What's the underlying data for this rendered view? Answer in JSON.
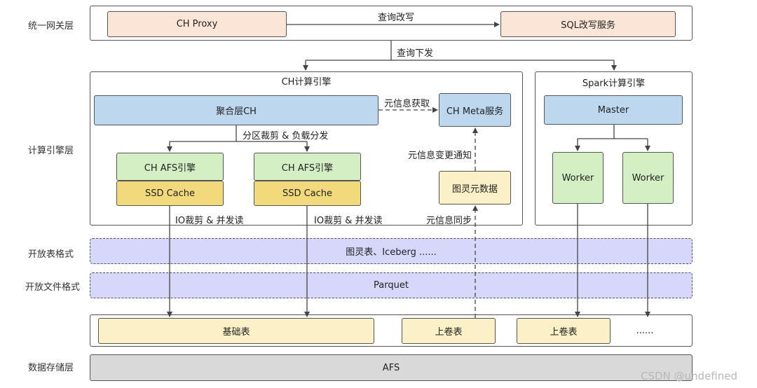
{
  "layers": {
    "gateway": "统一网关层",
    "compute": "计算引擎层",
    "table_format": "开放表格式",
    "file_format": "开放文件格式",
    "storage": "数据存储层"
  },
  "gateway": {
    "proxy": "CH Proxy",
    "sql_rewrite": "SQL改写服务",
    "rewrite_label": "查询改写",
    "dispatch_label": "查询下发"
  },
  "ch_engine": {
    "title": "CH计算引擎",
    "agg": "聚合层CH",
    "meta": "CH Meta服务",
    "meta_fetch_label": "元信息获取",
    "partition_label": "分区裁剪 & 负载分发",
    "afs_engine_1": "CH AFS引擎",
    "ssd_cache_1": "SSD Cache",
    "afs_engine_2": "CH AFS引擎",
    "ssd_cache_2": "SSD Cache",
    "tuling_meta": "图灵元数据",
    "meta_change_label": "元信息变更通知",
    "io_label_1": "IO裁剪 & 并发读",
    "io_label_2": "IO裁剪 & 并发读",
    "meta_sync_label": "元信息同步"
  },
  "spark_engine": {
    "title": "Spark计算引擎",
    "master": "Master",
    "worker_1": "Worker",
    "worker_2": "Worker"
  },
  "formats": {
    "table": "图灵表、Iceberg ......",
    "file": "Parquet"
  },
  "tables": {
    "base": "基础表",
    "roll_1": "上卷表",
    "roll_2": "上卷表",
    "more": "......"
  },
  "storage": {
    "afs": "AFS"
  },
  "watermark": "CSDN @undefined",
  "colors": {
    "peach": "#fbe5d6",
    "blue": "#bdd7ee",
    "green": "#d5efc4",
    "gold": "#f2d97c",
    "cream": "#fcf0c6",
    "lavender": "#d6d7fa",
    "gray": "#d9d9d9"
  }
}
